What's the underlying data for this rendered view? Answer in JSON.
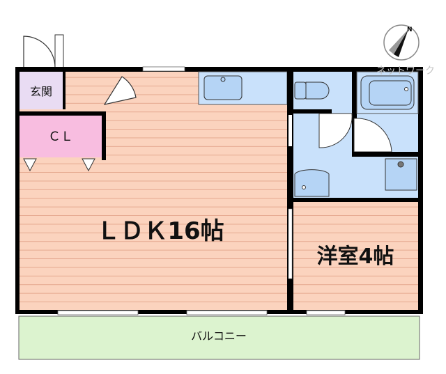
{
  "rooms": {
    "entrance": "玄関",
    "closet": "ＣＬ",
    "ldk": "ＬＤＫ16帖",
    "western_room": "洋室4帖",
    "balcony": "バルコニー"
  },
  "watermark": "ネットワーク",
  "compass": {
    "label": "N",
    "icon": "north-arrow-icon"
  },
  "colors": {
    "floor": "#fbd3be",
    "floor_lines": "#e3a58a",
    "wet_area": "#c9e1fb",
    "entrance": "#e9dcf3",
    "closet": "#f8bde0",
    "balcony": "#dcf3cf",
    "wall": "#000000"
  }
}
